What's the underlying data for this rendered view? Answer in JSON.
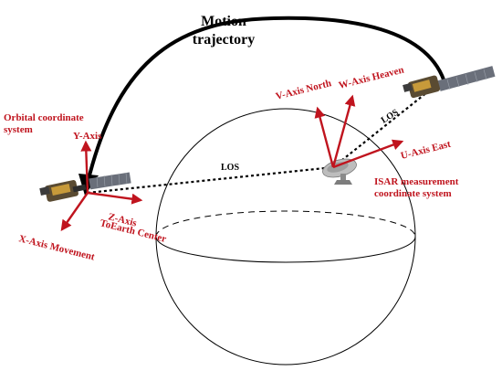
{
  "title": {
    "line1": "Motion",
    "line2": "trajectory"
  },
  "orbital_frame": {
    "caption_line1": "Orbital coordinate",
    "caption_line2": "system",
    "y_axis": "Y-Axis",
    "z_axis_line1": "Z-Axis",
    "z_axis_line2": "ToEarth Center",
    "x_axis": "X-Axis Movement"
  },
  "isar_frame": {
    "v_axis": "V-Axis North",
    "w_axis": "W-Axis Heaven",
    "u_axis": "U-Axis East",
    "caption_line1": "ISAR measurement",
    "caption_line2": "coordinate system"
  },
  "los_labels": {
    "main": "LOS",
    "upper": "LOS"
  },
  "colors": {
    "axis_red": "#c0141e",
    "text_red": "#c0141e",
    "line_black": "#000000"
  },
  "icons": {
    "satellite": "satellite-icon",
    "radar": "radar-dish-icon"
  }
}
